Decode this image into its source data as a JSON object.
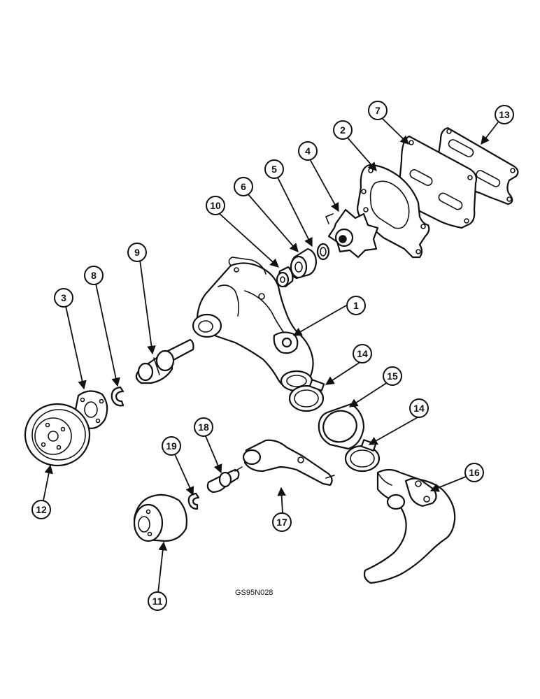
{
  "figure": {
    "code": "GS95N028"
  },
  "callouts": [
    "1",
    "2",
    "3",
    "4",
    "5",
    "6",
    "7",
    "8",
    "9",
    "10",
    "11",
    "12",
    "13",
    "14",
    "14",
    "15",
    "16",
    "17",
    "18",
    "19"
  ],
  "colors": {
    "ink": "#111111",
    "paper": "#ffffff"
  }
}
